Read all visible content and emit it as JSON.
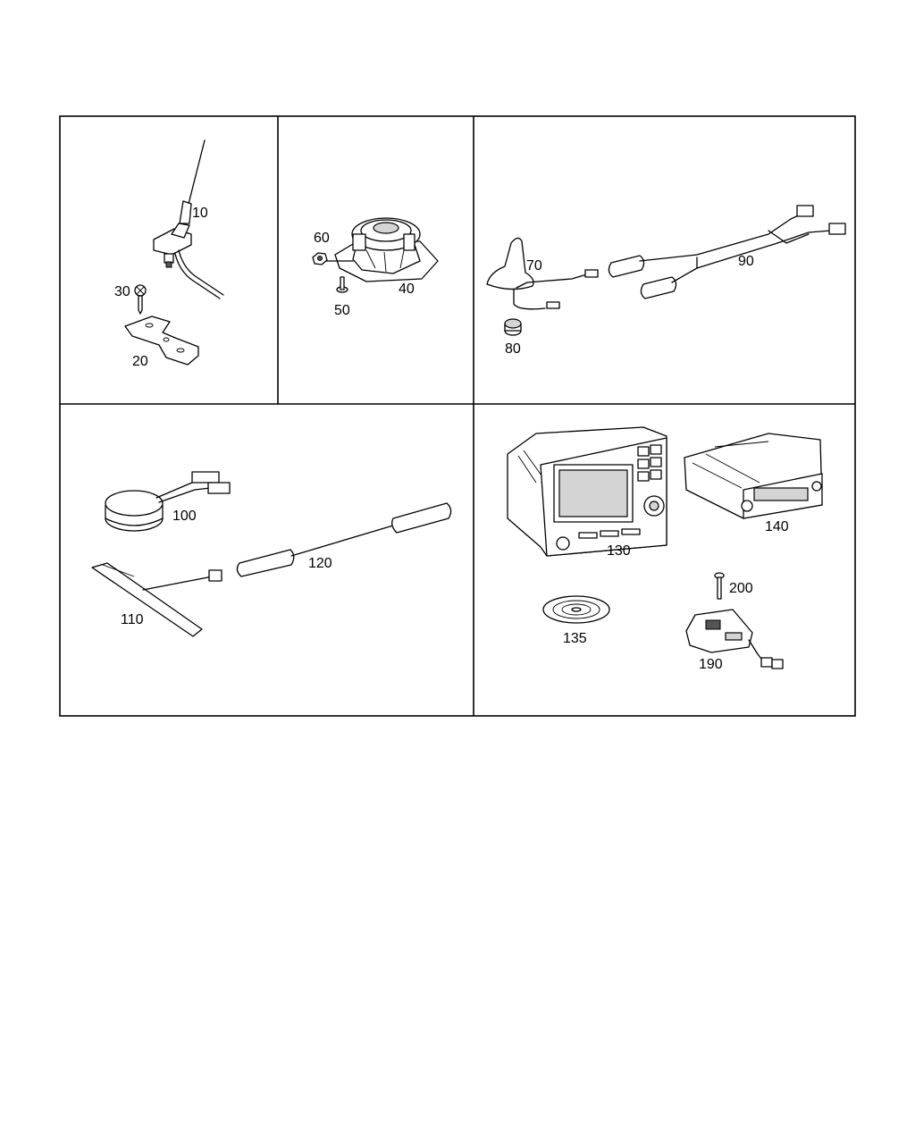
{
  "callouts": {
    "p10": "10",
    "p20": "20",
    "p30": "30",
    "p40": "40",
    "p50": "50",
    "p60": "60",
    "p70": "70",
    "p80": "80",
    "p90": "90",
    "p100": "100",
    "p110": "110",
    "p120": "120",
    "p130": "130",
    "p135": "135",
    "p140": "140",
    "p190": "190",
    "p200": "200"
  }
}
